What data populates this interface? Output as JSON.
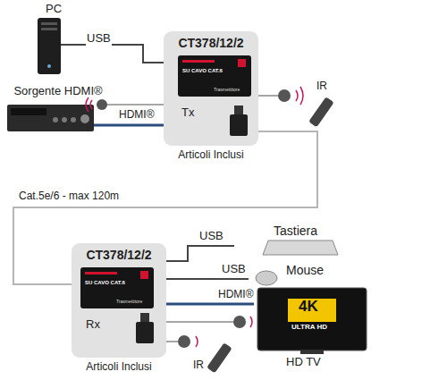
{
  "diagram": {
    "nodes": [
      {
        "text": [
          "PC"
        ]
      },
      {
        "text": [
          "Sorgente HDMI®"
        ]
      },
      {
        "text": [
          "CT378/12/2",
          "Tx",
          "Articoli Inclusi"
        ]
      },
      {
        "text": [
          "SU CAVO CAT.6",
          "Trasmettitore"
        ],
        "in": 2
      },
      {
        "text": [
          "CT378/12/2",
          "Rx",
          "Articoli Inclusi"
        ]
      },
      {
        "text": [
          "SU CAVO CAT.6",
          "Trasmettitore"
        ],
        "in": 4
      },
      {
        "text": [
          "Tastiera"
        ]
      },
      {
        "text": [
          "Mouse"
        ]
      },
      {
        "text": [
          "HD TV"
        ]
      }
    ],
    "edges": [
      {
        "from": 0,
        "to": 2,
        "label": "USB",
        "arrow": "none"
      },
      {
        "from": 1,
        "to": 2,
        "label": "HDMI®",
        "arrow": "none"
      },
      {
        "from": 2,
        "to": 4,
        "label": "Cat.5e/6 - max 120m",
        "arrow": "none"
      },
      {
        "from": 4,
        "to": 6,
        "label": "USB",
        "arrow": "none"
      },
      {
        "from": 4,
        "to": 7,
        "label": "USB",
        "arrow": "none"
      },
      {
        "from": 4,
        "to": 8,
        "label": "HDMI®",
        "arrow": "none"
      }
    ],
    "labels": [
      "IR",
      "IR",
      "4K",
      "ULTRA HD"
    ]
  }
}
